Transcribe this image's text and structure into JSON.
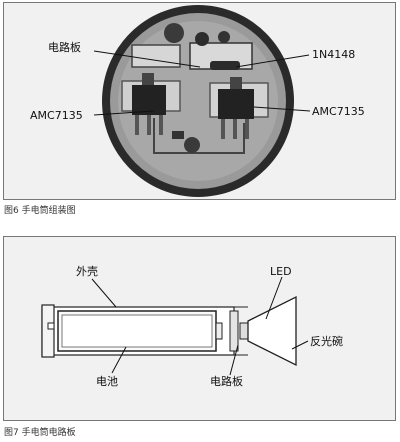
{
  "figure6": {
    "caption": "图6  手电筒组装图",
    "labels": {
      "circuit_board": "电路板",
      "diode": "1N4148",
      "chip_left": "AMC7135",
      "chip_right": "AMC7135"
    }
  },
  "figure7": {
    "caption": "图7  手电筒电路板",
    "labels": {
      "shell": "外壳",
      "led": "LED",
      "reflector": "反光碗",
      "battery": "电池",
      "circuit_board": "电路板"
    }
  }
}
